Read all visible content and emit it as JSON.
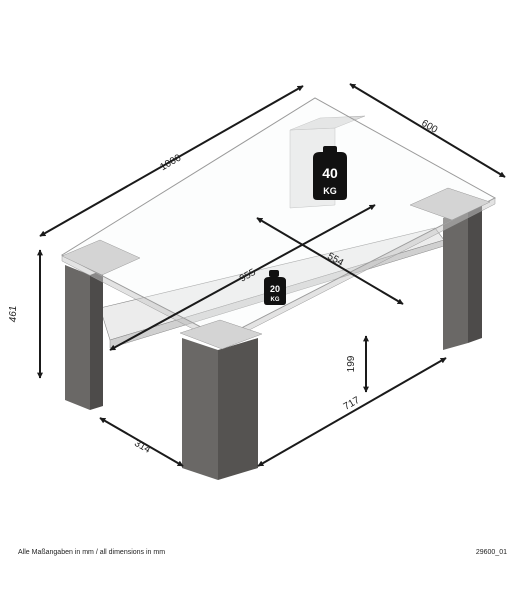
{
  "dimensions": {
    "length": "1000",
    "depth": "600",
    "height": "461",
    "shelf_diagonal_long": "955",
    "shelf_diagonal_short": "554",
    "shelf_clearance": "199",
    "leg_spacing_front": "717",
    "leg_spacing_side": "314"
  },
  "loads": {
    "top": {
      "value": "40",
      "unit": "KG"
    },
    "shelf": {
      "value": "20",
      "unit": "KG"
    }
  },
  "footer": {
    "note": "Alle Maßangaben in mm / all dimensions in mm",
    "code": "29600_01"
  },
  "colors": {
    "leg": "#5d5b59",
    "shelf": "#e8e8e8",
    "glass_edge": "#9a9a9a",
    "arrow": "#1a1a1a",
    "weight": "#111111"
  }
}
